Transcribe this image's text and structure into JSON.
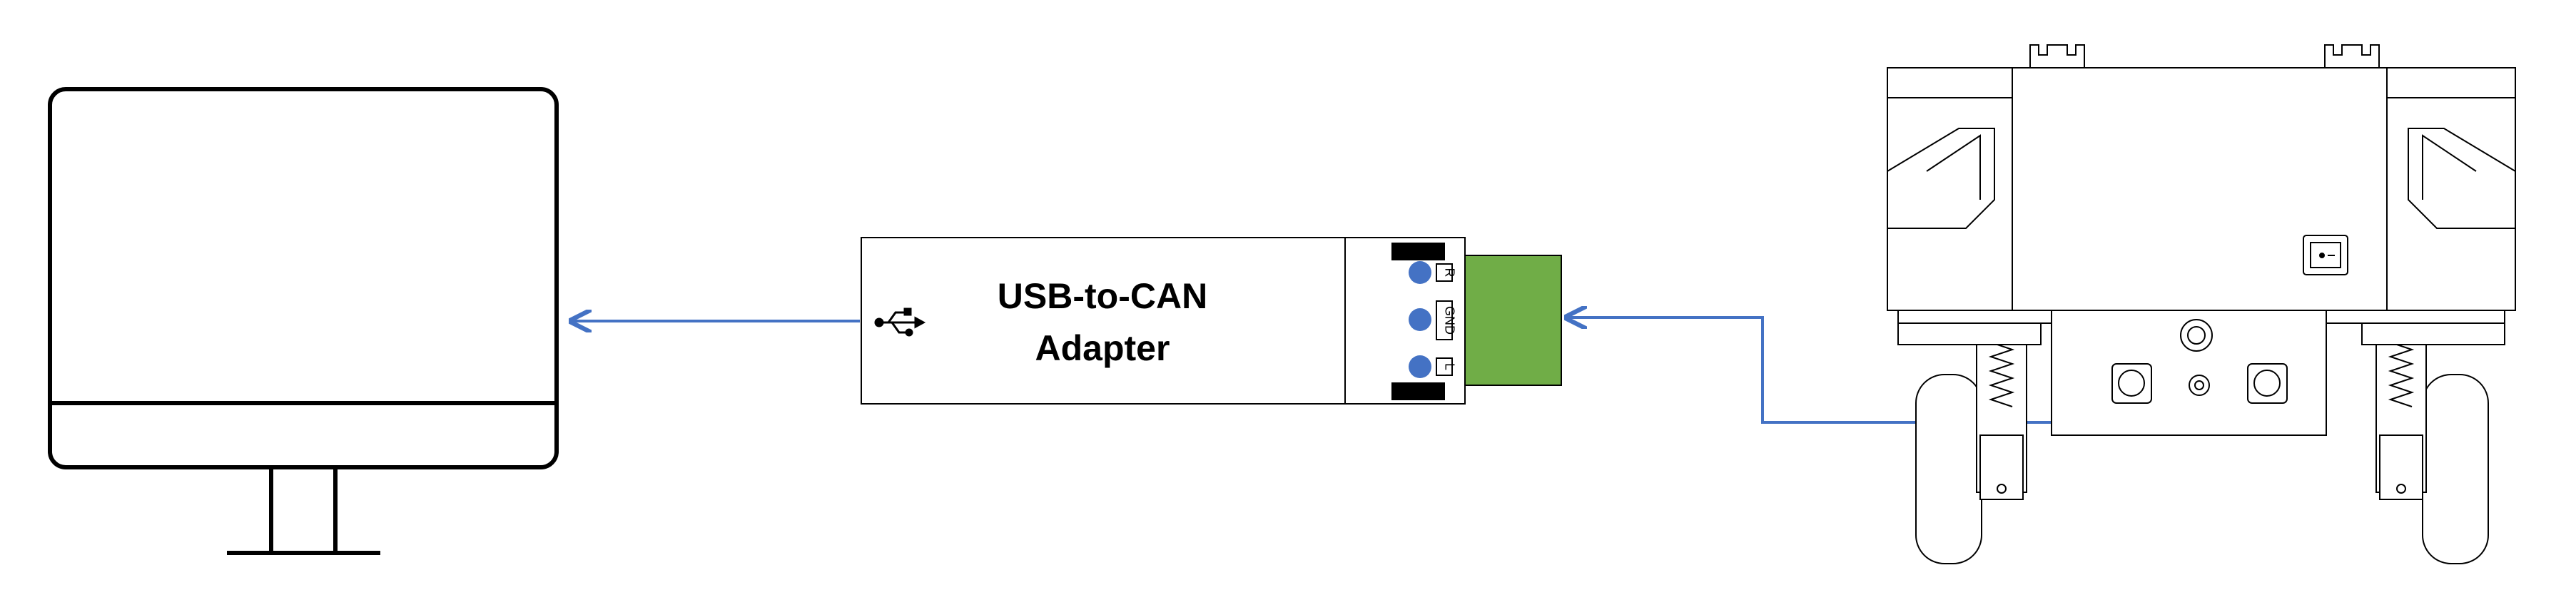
{
  "adapter": {
    "line1": "USB-to-CAN",
    "line2": "Adapter",
    "pins": [
      "R",
      "GND",
      "L"
    ]
  },
  "colors": {
    "line": "#000000",
    "wire": "#4472c4",
    "terminal": "#70ad47",
    "dot": "#4472c4"
  },
  "icons": [
    "monitor-icon",
    "usb-icon",
    "robot-chassis-icon"
  ]
}
